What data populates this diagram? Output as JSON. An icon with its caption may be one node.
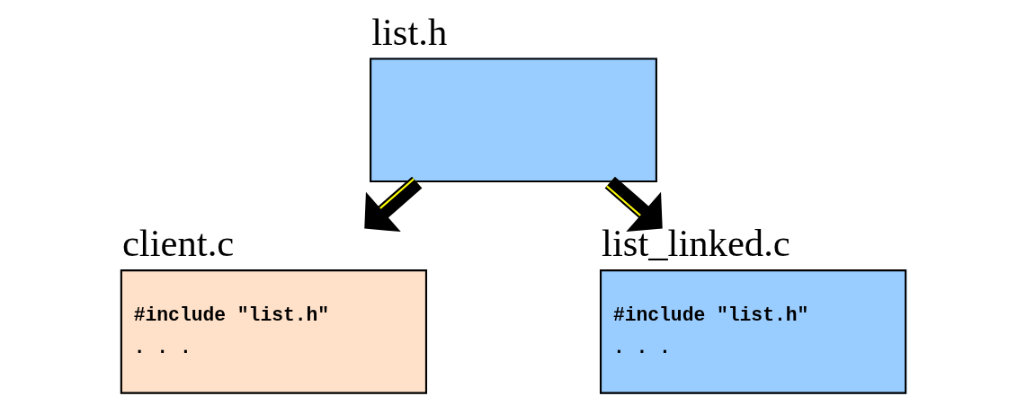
{
  "diagram": {
    "nodes": [
      {
        "text": [
          "list.h"
        ]
      },
      {
        "text": [
          "client.c",
          "#include \"list.h\"",
          ". . ."
        ]
      },
      {
        "text": [
          "list_linked.c",
          "#include \"list.h\"",
          ". . ."
        ]
      }
    ],
    "edges": [
      {
        "from": 0,
        "to": 1,
        "arrow": "to"
      },
      {
        "from": 0,
        "to": 2,
        "arrow": "to"
      }
    ]
  }
}
